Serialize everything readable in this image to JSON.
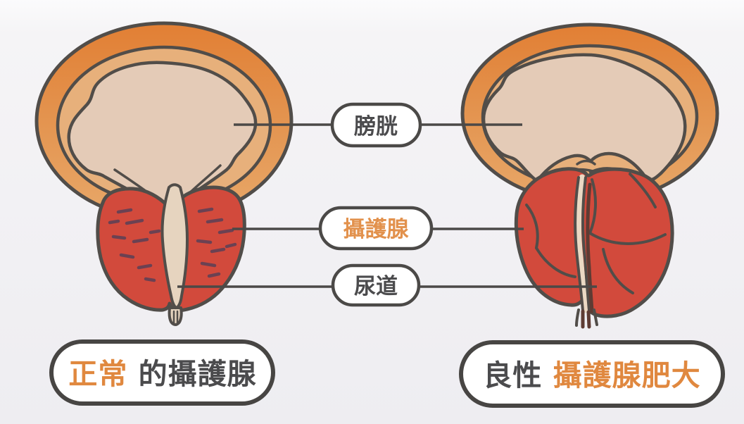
{
  "figure": {
    "anatomy_labels": {
      "bladder": "膀胱",
      "prostate": "攝護腺",
      "urethra": "尿道"
    },
    "captions": {
      "left": {
        "highlight": "正常",
        "rest": "的攝護腺"
      },
      "right": {
        "prefix": "良性",
        "highlight": "攝護腺肥大"
      }
    },
    "colors": {
      "background": "#f1f0f3",
      "outline": "#514d49",
      "label_text_dark": "#4b4b4d",
      "accent_orange": "#e0883f",
      "accent_orange_light": "#e2914c",
      "prostate_red": "#d24a3c",
      "bladder_rim_orange": "#e28a3e",
      "bladder_wall_tan": "#e7b07b",
      "bladder_lumen_tan": "#e4cbb7",
      "urethra_tan": "#e6d4bf",
      "tube_brown": "#5e3b33",
      "pill_fill": "#ffffff"
    }
  }
}
